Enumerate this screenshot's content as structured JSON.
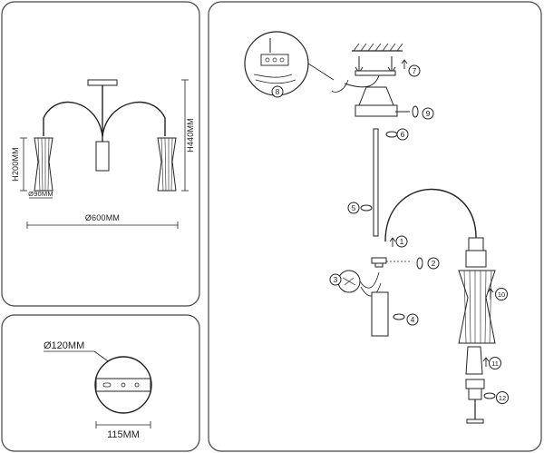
{
  "panels": {
    "dimensions": {
      "height_total": "H440MM",
      "height_shade": "H200MM",
      "shade_diameter": "Ø90MM",
      "span_diameter": "Ø600MM"
    },
    "canopy": {
      "diameter": "Ø120MM",
      "width": "115MM"
    },
    "assembly": {
      "steps": [
        "1",
        "2",
        "3",
        "4",
        "5",
        "6",
        "7",
        "8",
        "9",
        "10",
        "11",
        "12"
      ]
    }
  },
  "colors": {
    "line": "#222222",
    "panel_border": "#444444",
    "shade_fill": "#ffffff"
  }
}
